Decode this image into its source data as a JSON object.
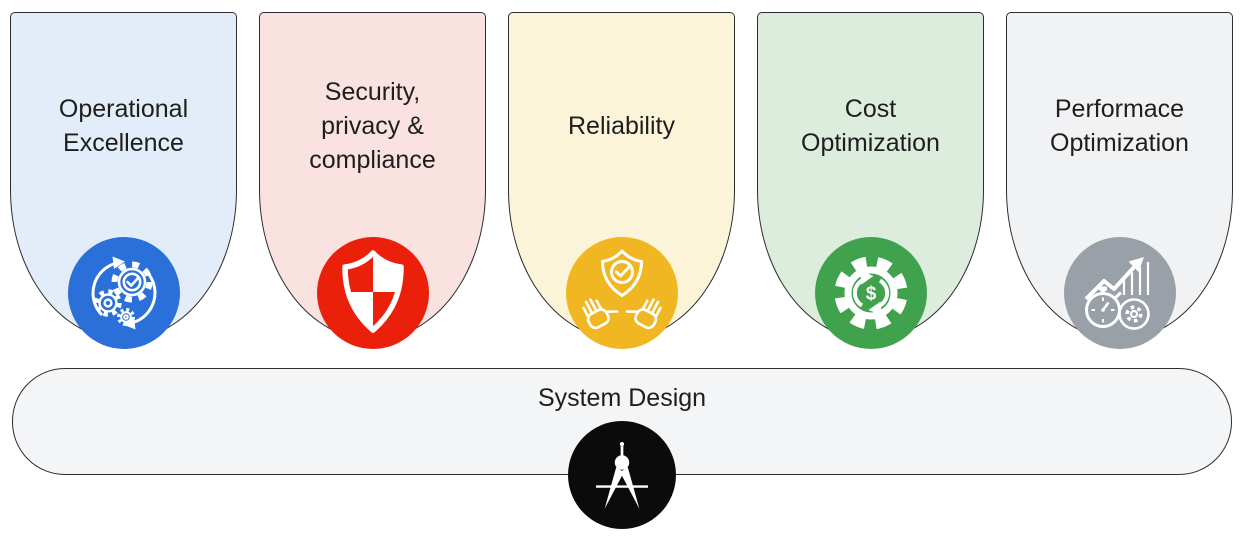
{
  "pillars": [
    {
      "title": "Operational\nExcellence",
      "bg_color": "#e3edfa",
      "icon_color": "#2b6fd9",
      "icon": "gears-cycle-icon"
    },
    {
      "title": "Security,\nprivacy &\ncompliance",
      "bg_color": "#f9e2e0",
      "icon_color": "#ea200a",
      "icon": "shield-check-pattern-icon"
    },
    {
      "title": "Reliability",
      "bg_color": "#fcf4d9",
      "icon_color": "#f1b723",
      "icon": "hands-holding-shield-icon"
    },
    {
      "title": "Cost\nOptimization",
      "bg_color": "#dcedde",
      "icon_color": "#40a24d",
      "icon": "gear-dollar-cycle-icon"
    },
    {
      "title": "Performace\nOptimization",
      "bg_color": "#f1f2f4",
      "icon_color": "#9aa0a8",
      "icon": "stopwatch-growth-gear-icon"
    }
  ],
  "base_bar": {
    "title": "System Design",
    "bg_color": "#f4f5f7",
    "icon_color": "#0b0b0b",
    "icon": "drafting-compass-icon"
  }
}
